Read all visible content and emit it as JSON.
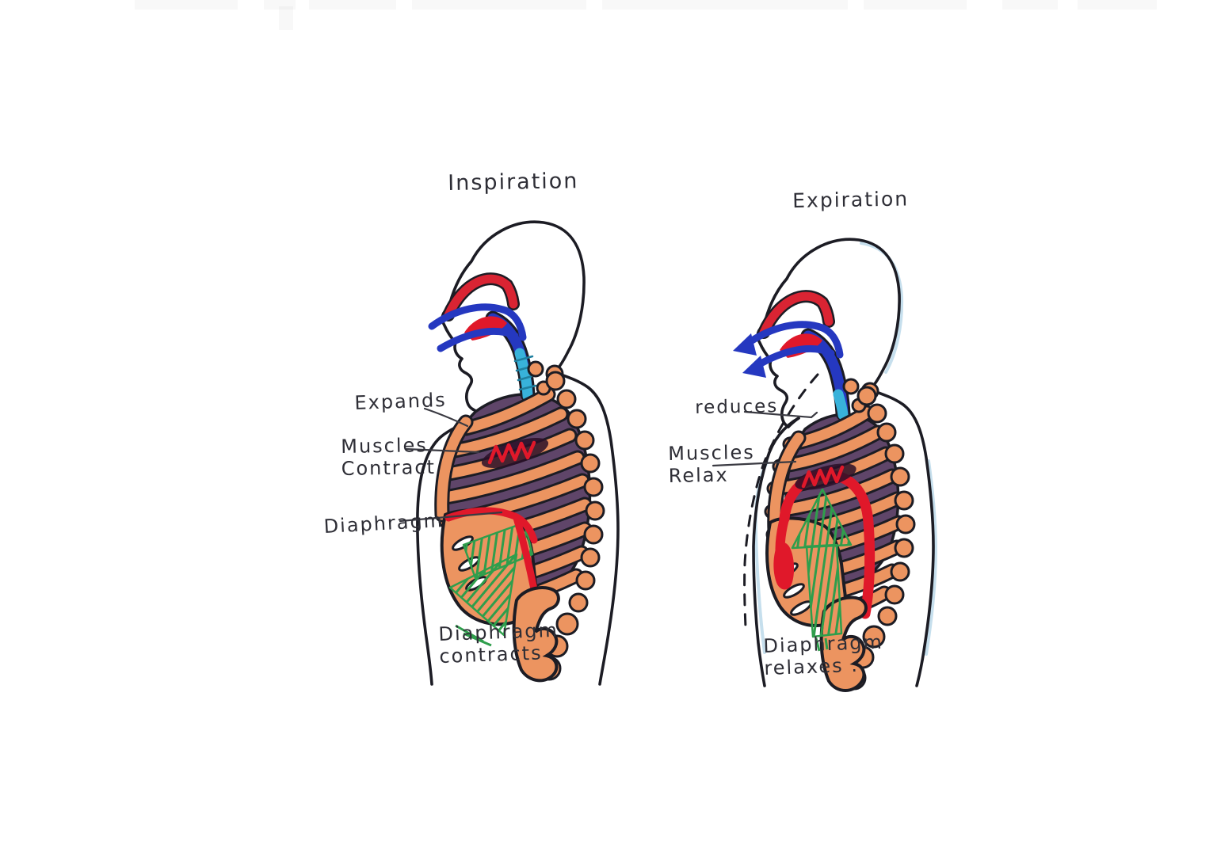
{
  "document": {
    "type": "hand-drawn breathing mechanics diagram"
  },
  "inspiration": {
    "title": "Inspiration",
    "label_expands": "Expands",
    "label_muscles_1": "Muscles",
    "label_muscles_2": "Contract",
    "label_diaphragm": "Diaphragm",
    "label_action_1": "Diaphragm",
    "label_action_2": "contracts"
  },
  "expiration": {
    "title": "Expiration",
    "label_reduces": "reduces",
    "label_muscles_1": "Muscles",
    "label_muscles_2": "Relax",
    "label_action_1": "Diaphragm",
    "label_action_2": "relaxes ."
  },
  "colors": {
    "ink": "#1c1c24",
    "rib_orange": "#ec9460",
    "lung_purple": "#5f4569",
    "airway_blue": "#2538c0",
    "trachea_cyan": "#38b2da",
    "nasal_red": "#d92433",
    "diaphragm_red": "#e0182a",
    "arrow_green": "#2f9e4c",
    "pencil_gray": "#3a3a42",
    "tint_blue": "#bcd9ea"
  }
}
